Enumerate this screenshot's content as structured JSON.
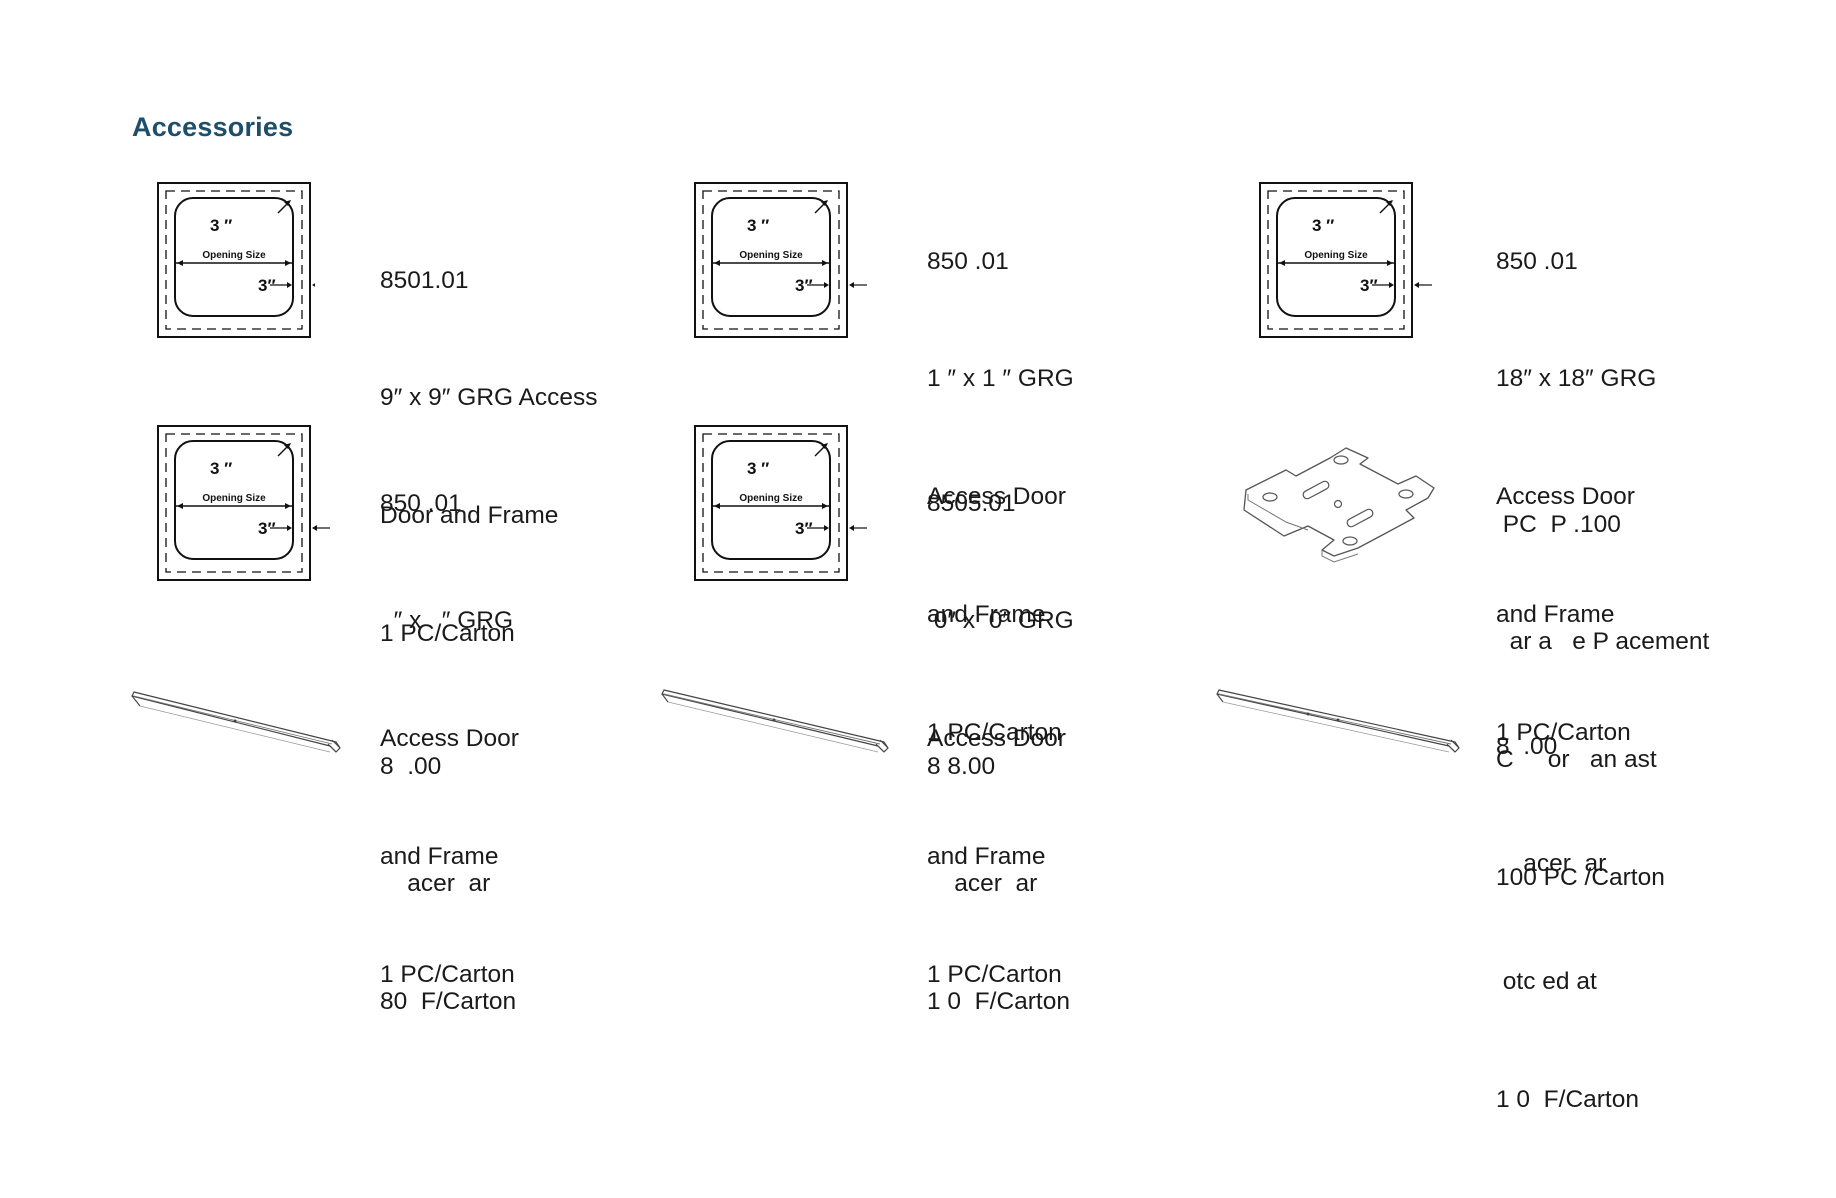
{
  "heading": "Accessories",
  "products": [
    {
      "image": "access-door-drawing",
      "door_size": "3  ″",
      "opening_label": "Opening Size",
      "margin_label": "3″",
      "lines": [
        "8501.01",
        "9″ x 9″ GRG Access",
        "Door and Frame",
        "1 PC/Carton"
      ]
    },
    {
      "image": "access-door-drawing",
      "door_size": "3  ″",
      "opening_label": "Opening Size",
      "margin_label": "3″",
      "lines": [
        "850 .01",
        "1 ″ x 1 ″ GRG",
        "Access Door",
        "and Frame",
        "1 PC/Carton"
      ]
    },
    {
      "image": "access-door-drawing",
      "door_size": "3  ″",
      "opening_label": "Opening Size",
      "margin_label": "3″",
      "lines": [
        "850 .01",
        "18″ x 18″ GRG",
        "Access Door",
        "and Frame",
        "1 PC/Carton"
      ]
    },
    {
      "image": "access-door-drawing",
      "door_size": "3  ″",
      "opening_label": "Opening Size",
      "margin_label": "3″",
      "lines": [
        "850 .01",
        "  ″ x   ″ GRG",
        "Access Door",
        "and Frame",
        "1 PC/Carton"
      ]
    },
    {
      "image": "access-door-drawing",
      "door_size": "3  ″",
      "opening_label": "Opening Size",
      "margin_label": "3″",
      "lines": [
        "8505.01",
        " 0″ x  0″ GRG",
        "Access Door",
        "and Frame",
        "1 PC/Carton"
      ]
    },
    {
      "image": "mounting-plate-drawing",
      "lines": [
        " PC  P .100",
        "  ar a   e P acement",
        "C     or   an ast",
        "100 PC /Carton"
      ]
    },
    {
      "image": "spacer-bar-drawing",
      "lines": [
        "8  .00",
        "    acer  ar",
        "80  F/Carton"
      ]
    },
    {
      "image": "spacer-bar-drawing",
      "lines": [
        "8 8.00",
        "    acer  ar",
        "1 0  F/Carton"
      ]
    },
    {
      "image": "spacer-bar-drawing",
      "lines": [
        "8  .00",
        "    acer  ar",
        " otc ed at",
        "1 0  F/Carton"
      ]
    }
  ]
}
